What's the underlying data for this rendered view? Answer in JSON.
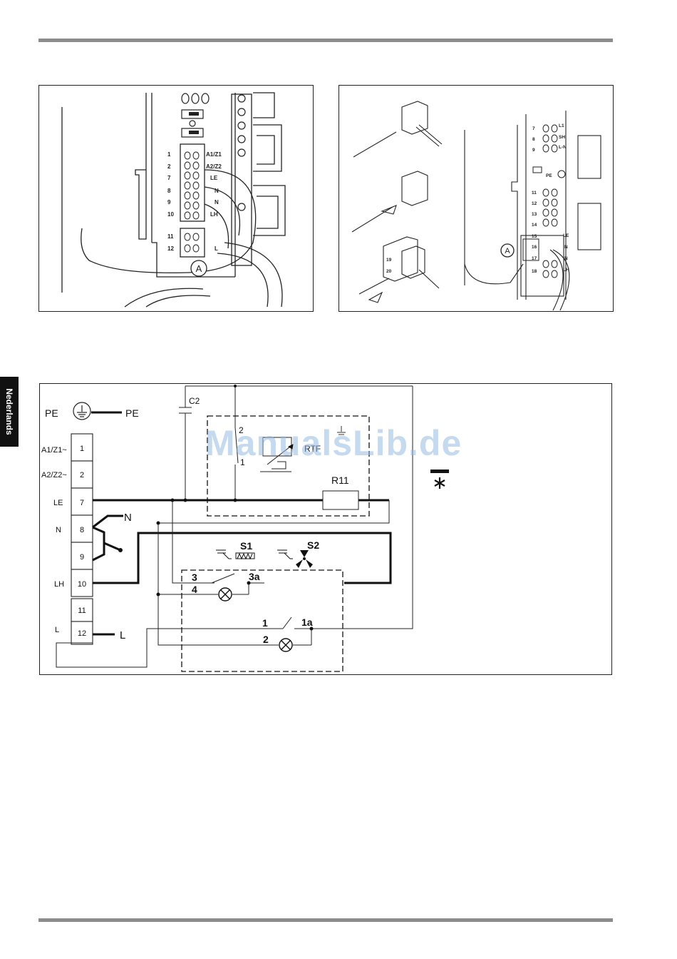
{
  "side_tab": {
    "label": "Nederlands"
  },
  "watermark": "ManualsLib.de",
  "fig_left": {
    "terminal_numbers": [
      "1",
      "2",
      "7",
      "8",
      "9",
      "10",
      "11",
      "12"
    ],
    "terminal_labels": [
      "A1/Z1",
      "A2/Z2",
      "LE",
      "N",
      "N",
      "LH",
      "L"
    ],
    "callout": "A"
  },
  "fig_right": {
    "connector_labels": [
      "19",
      "20"
    ],
    "terminal_numbers": [
      "7",
      "8",
      "9",
      "11",
      "12",
      "13",
      "14",
      "15",
      "16",
      "17",
      "18"
    ],
    "terminal_labels": [
      "L1",
      "SH",
      "L-N",
      "PE",
      "LE",
      "N",
      "N",
      "LH"
    ],
    "callout": "A"
  },
  "schematic": {
    "pe_left": "PE",
    "pe_right": "PE",
    "terminal_labels": [
      "A1/Z1~",
      "A2/Z2~",
      "LE",
      "N",
      "LH",
      "L"
    ],
    "terminal_numbers": [
      "1",
      "2",
      "7",
      "8",
      "9",
      "10",
      "11",
      "12"
    ],
    "wire_n": "N",
    "wire_l": "L",
    "c2": "C2",
    "r11": "R11",
    "rtf": "RTF",
    "switch_contacts": {
      "c2": "2",
      "c1": "1"
    },
    "s1": "S1",
    "s2": "S2",
    "contacts": {
      "a": "3",
      "b": "4",
      "c": "3a",
      "d": "1",
      "e": "1a",
      "f": "2"
    }
  }
}
